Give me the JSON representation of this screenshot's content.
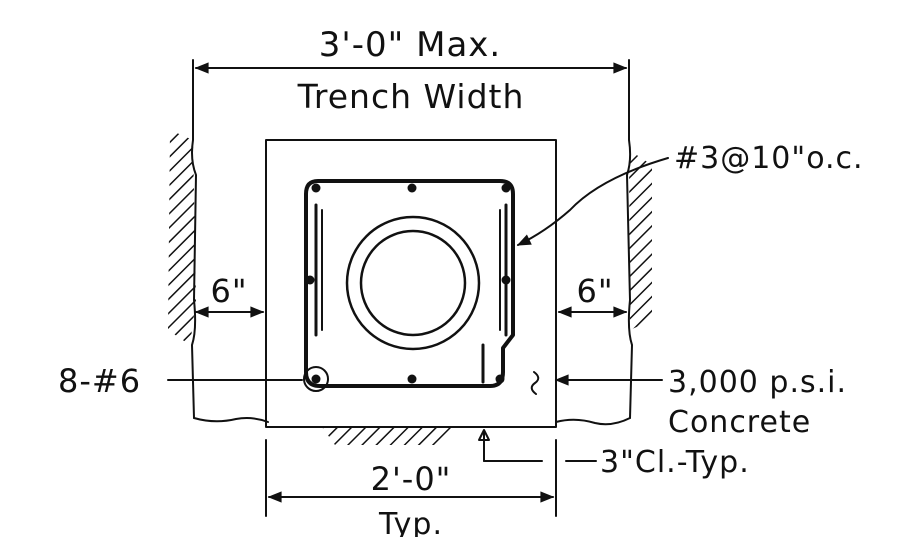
{
  "diagram": {
    "overall_width_label": "3'-0\" Max.",
    "trench_label": "Trench Width",
    "rebar_spacing_label": "#3@10\"o.c.",
    "left_clearance_label": "6\"",
    "right_clearance_label": "6\"",
    "main_bars_label": "8-#6",
    "concrete_strength_label": "3,000 p.s.i.",
    "concrete_label": "Concrete",
    "cover_label": "3\"Cl.-Typ.",
    "box_width_label": "2'-0\"",
    "box_width_note": "Typ."
  },
  "colors": {
    "ink": "#111111",
    "paper": "#ffffff"
  }
}
